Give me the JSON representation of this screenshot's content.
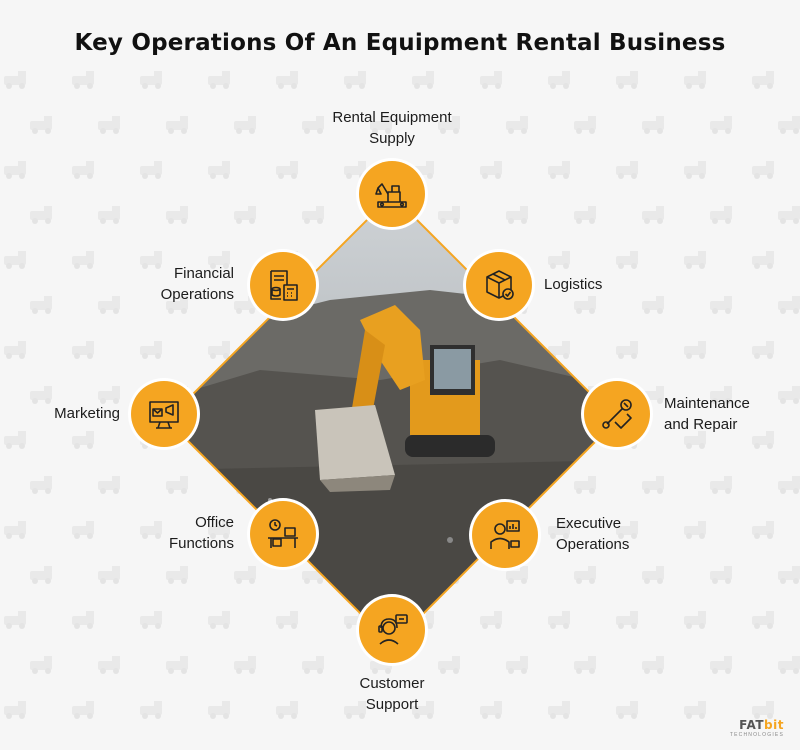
{
  "title": "Key Operations Of An Equipment Rental Business",
  "nodes": [
    {
      "label_lines": [
        "Rental Equipment",
        "Supply"
      ],
      "icon": "excavator-icon"
    },
    {
      "label_lines": [
        "Logistics"
      ],
      "icon": "package-box-icon"
    },
    {
      "label_lines": [
        "Maintenance",
        "and Repair"
      ],
      "icon": "wrench-hand-icon"
    },
    {
      "label_lines": [
        "Executive",
        "Operations"
      ],
      "icon": "executive-presentation-icon"
    },
    {
      "label_lines": [
        "Customer",
        "Support"
      ],
      "icon": "headset-agent-icon"
    },
    {
      "label_lines": [
        "Office",
        "Functions"
      ],
      "icon": "office-desk-icon"
    },
    {
      "label_lines": [
        "Marketing"
      ],
      "icon": "marketing-monitor-icon"
    },
    {
      "label_lines": [
        "Financial",
        "Operations"
      ],
      "icon": "finance-calculator-icon"
    }
  ],
  "logo": {
    "name_part1": "FAT",
    "name_part2": "bit",
    "tagline": "TECHNOLOGIES"
  },
  "colors": {
    "accent": "#f5a521",
    "background": "#f6f6f6",
    "text": "#1c1c1c"
  }
}
